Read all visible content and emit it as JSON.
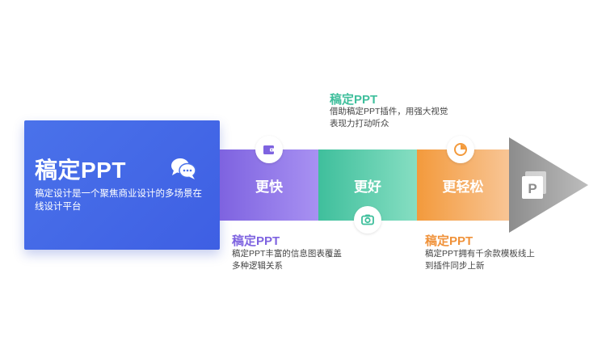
{
  "brand": {
    "title": "稿定PPT",
    "description": "稿定设计是一个聚焦商业设计的多场景在线设计平台"
  },
  "steps": [
    {
      "label": "更快",
      "icon": "wallet-icon",
      "color": "#7e63e0"
    },
    {
      "label": "更好",
      "icon": "camera-icon",
      "color": "#3fbf9c"
    },
    {
      "label": "更轻松",
      "icon": "pie-chart-icon",
      "color": "#f39a3c"
    }
  ],
  "notes": [
    {
      "title": "稿定PPT",
      "body": "稿定PPT丰富的信息图表覆盖多种逻辑关系"
    },
    {
      "title": "稿定PPT",
      "body": "借助稿定PPT插件，用强大视觉表现力打动听众"
    },
    {
      "title": "稿定PPT",
      "body": "稿定PPT拥有千余款模板线上到插件同步上新"
    }
  ],
  "icons": {
    "brand_chat": "chat-bubbles-icon",
    "arrow_logo": "powerpoint-logo-icon"
  }
}
